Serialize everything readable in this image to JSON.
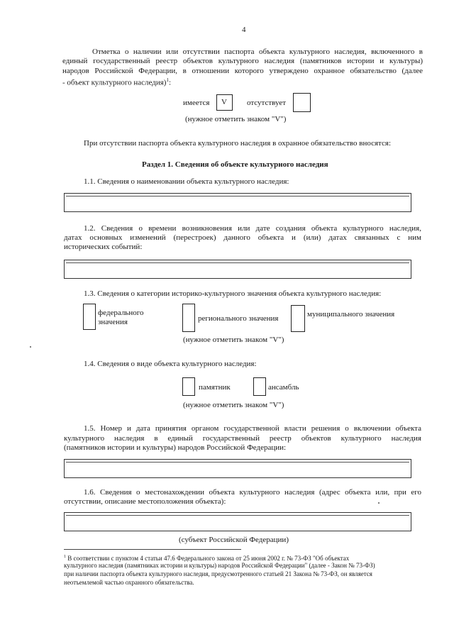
{
  "page_number": "4",
  "intro": {
    "line1": "Отметка о наличии или отсутствии паспорта объекта культурного наследия, включенного в",
    "line2": "единый государственный реестр объектов культурного наследия (памятников истории и культуры)",
    "line3": "народов Российской Федерации, в отношении которого утверждено охранное обязательство (далее",
    "line4": "- объект культурного наследия)",
    "footnote_mark": "1",
    "colon": ":"
  },
  "passport": {
    "present_label": "имеется",
    "present_value": "V",
    "absent_label": "отсутствует",
    "absent_value": "",
    "hint": "(нужное отметить знаком \"V\")"
  },
  "absence_note": "При отсутствии паспорта объекта культурного наследия в охранное обязательство вносятся:",
  "section_title": "Раздел 1. Сведения об объекте культурного наследия",
  "s1_1": {
    "label": "1.1. Сведения о наименовании объекта культурного наследия:",
    "value": ""
  },
  "s1_2": {
    "line1": "1.2. Сведения о времени возникновения или дате создания объекта культурного наследия,",
    "line2": "датах основных изменений (перестроек) данного объекта и (или) датах связанных с ним",
    "line3": "исторических событий:",
    "value": ""
  },
  "s1_3": {
    "label": "1.3. Сведения о категории историко-культурного значения объекта культурного наследия:",
    "federal_l1": "федерального",
    "federal_l2": "значения",
    "regional": "регионального значения",
    "municipal": "муниципального значения",
    "hint": "(нужное отметить знаком \"V\")"
  },
  "s1_4": {
    "label": "1.4. Сведения о виде объекта культурного наследия:",
    "monument": "памятник",
    "ensemble": "ансамбль",
    "hint": "(нужное отметить знаком \"V\")"
  },
  "s1_5": {
    "line1": "1.5. Номер и дата принятия органом государственной власти решения о включении объекта",
    "line2": "культурного наследия в единый государственный реестр объектов культурного наследия",
    "line3": "(памятников истории и культуры) народов Российской Федерации:",
    "value": ""
  },
  "s1_6": {
    "line1": "1.6. Сведения о местонахождении объекта культурного наследия (адрес объекта или, при его",
    "line2": "отсутствии, описание местоположения объекта):",
    "value": "",
    "caption": "(субъект Российской Федерации)"
  },
  "footnote": {
    "mark": "1",
    "line1": "В соответствии с пунктом 4 статьи 47.6 Федерального закона от 25 июня 2002 г. № 73-ФЗ \"Об объектах",
    "line2": "культурного наследия (памятниках истории и культуры) народов Российской Федерации\" (далее - Закон № 73-ФЗ)",
    "line3": "при наличии паспорта объекта культурного наследия, предусмотренного статьей 21 Закона № 73-ФЗ, он является",
    "line4": "неотъемлемой частью охранного обязательства."
  }
}
